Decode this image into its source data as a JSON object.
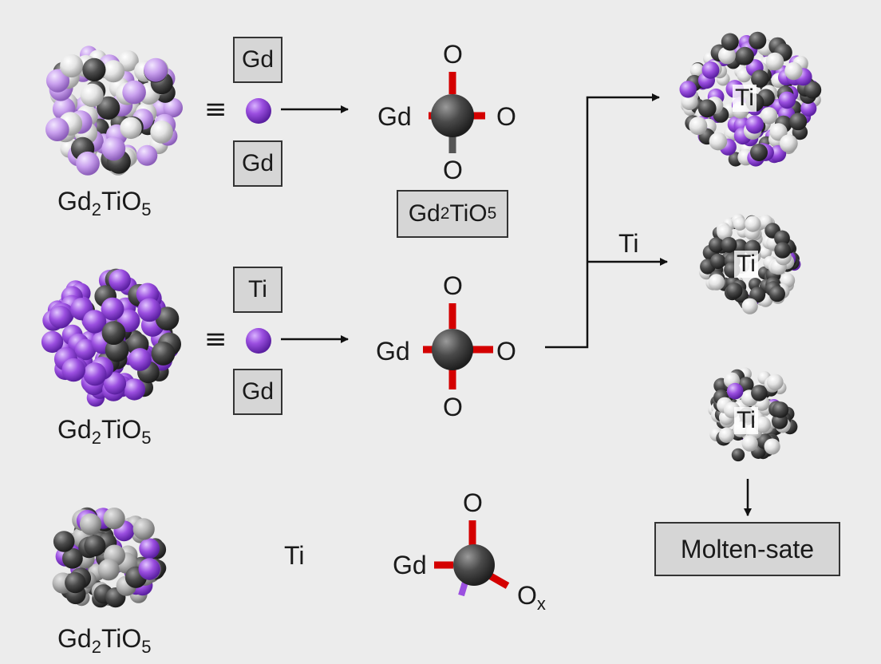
{
  "row1": {
    "cluster_caption": {
      "base1": "Gd",
      "sub1": "2",
      "base2": "TiO",
      "sub2": "5"
    },
    "box_top": "Gd",
    "box_bottom": "Gd",
    "equiv_symbol": "≡",
    "mol": {
      "left": "Gd",
      "right": "O",
      "top": "O",
      "bottom": "O"
    },
    "mol_box": {
      "base1": "Gd",
      "sub1": "2",
      "base2": "TiO",
      "sub2": "5"
    }
  },
  "row2": {
    "cluster_caption": {
      "base1": "Gd",
      "sub1": "2",
      "base2": "TiO",
      "sub2": "5"
    },
    "box_top": "Ti",
    "box_bottom": "Gd",
    "equiv_symbol": "≡",
    "mol": {
      "left": "Gd",
      "right": "O",
      "top": "O",
      "bottom": "O"
    }
  },
  "row3": {
    "cluster_caption": {
      "base1": "Gd",
      "sub1": "2",
      "base2": "TiO",
      "sub2": "5"
    },
    "label": "Ti",
    "mol": {
      "left": "Gd",
      "top": "O",
      "right_base": "O",
      "right_sub": "x"
    }
  },
  "right": {
    "cluster1_label": "Ti",
    "branch_label": "Ti",
    "cluster2_label": "Ti",
    "cluster3_label": "Ti",
    "final_box": "Molten-sate"
  },
  "colors": {
    "purple": "#9b4fe0",
    "carbon": "#4a4a4a",
    "white_atom": "#e8e8e8",
    "oxygen_bond": "#d40000"
  }
}
